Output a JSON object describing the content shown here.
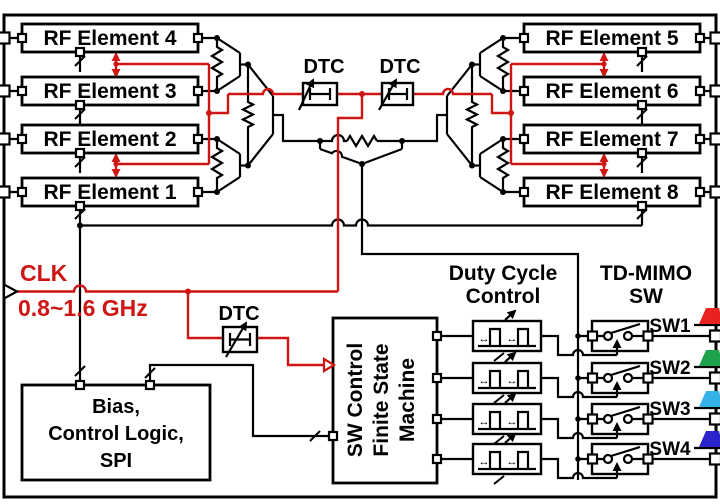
{
  "diagram": {
    "clk": {
      "label": "CLK",
      "freq": "0.8~1.6 GHz"
    },
    "rf_left": [
      "RF Element 4",
      "RF Element 3",
      "RF Element 2",
      "RF Element 1"
    ],
    "rf_right": [
      "RF Element 5",
      "RF Element 6",
      "RF Element 7",
      "RF Element 8"
    ],
    "dtc_labels": [
      "DTC",
      "DTC",
      "DTC"
    ],
    "bias_lines": [
      "Bias,",
      "Control Logic,",
      "SPI"
    ],
    "fsm_lines": [
      "SW Control",
      "Finite State",
      "Machine"
    ],
    "duty_title": [
      "Duty Cycle",
      "Control"
    ],
    "tdmimo_title": [
      "TD-MIMO",
      "SW"
    ],
    "duty_adjust_glyph": "↔",
    "switches": [
      {
        "label": "SW1",
        "pulse_color": "#e8231f"
      },
      {
        "label": "SW2",
        "pulse_color": "#1ea24b"
      },
      {
        "label": "SW3",
        "pulse_color": "#35b3e8"
      },
      {
        "label": "SW4",
        "pulse_color": "#2b23cb"
      }
    ],
    "colors": {
      "signal_red": "#cf1414",
      "wire_black": "#000000"
    }
  }
}
